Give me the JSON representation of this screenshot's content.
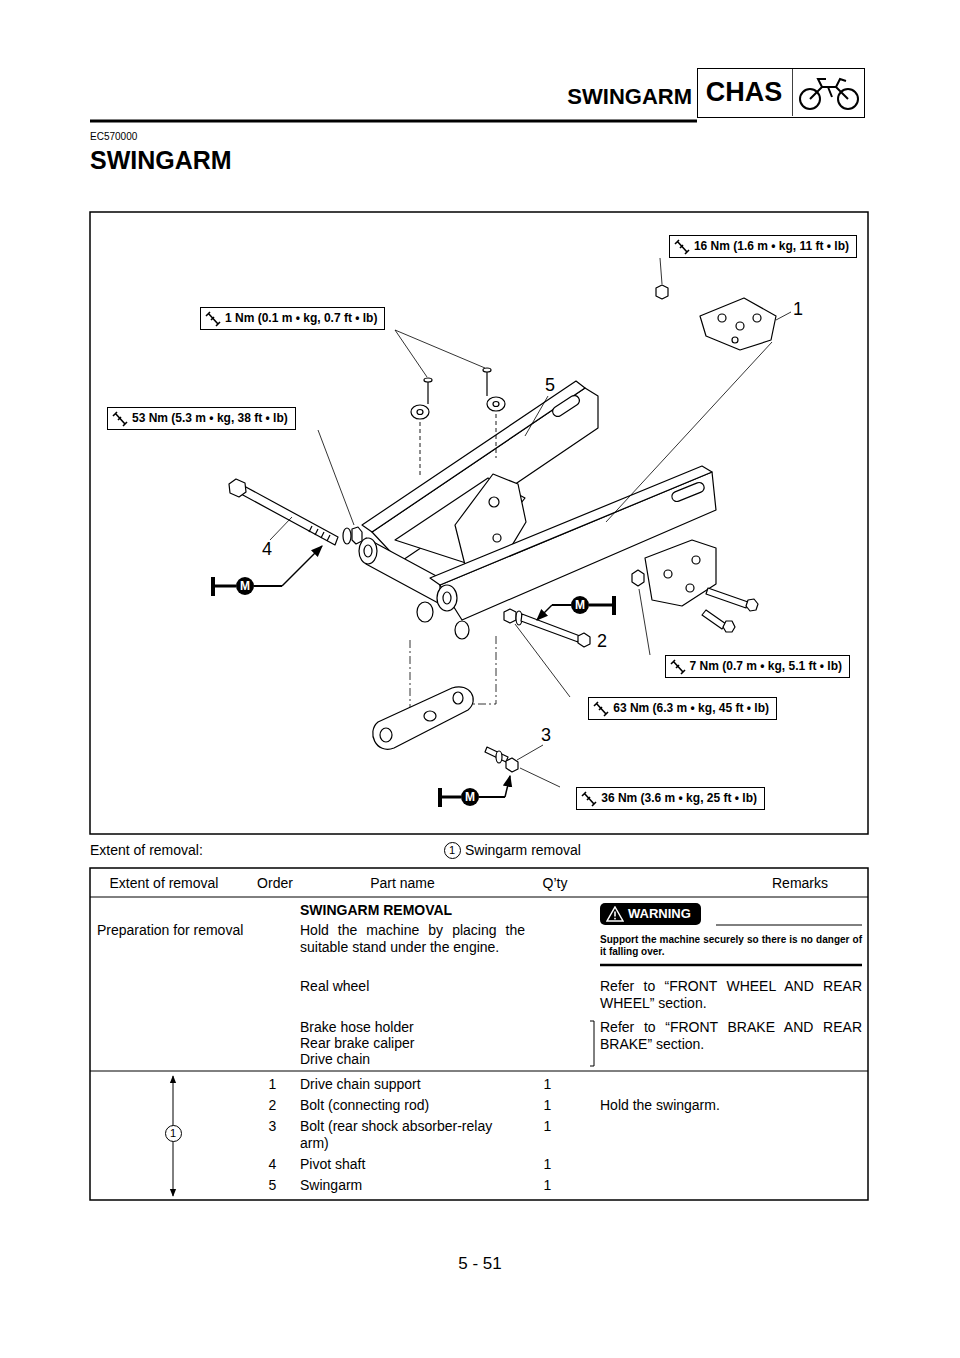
{
  "diagram": {
    "title": "SWINGARM",
    "nodes": [
      {
        "text": [
          "CHAS"
        ]
      },
      {
        "text": [
          "16 Nm (1.6 m • kg, 11 ft • lb)"
        ]
      },
      {
        "text": [
          "1 Nm (0.1 m • kg, 0.7 ft • lb)"
        ]
      },
      {
        "text": [
          "53 Nm (5.3 m • kg, 38 ft • lb)"
        ]
      },
      {
        "text": [
          "M"
        ]
      },
      {
        "text": [
          "M"
        ]
      },
      {
        "text": [
          "7 Nm (0.7 m • kg, 5.1 ft • lb)"
        ]
      },
      {
        "text": [
          "63 Nm (6.3 m • kg, 45 ft • lb)"
        ]
      },
      {
        "text": [
          "M"
        ]
      },
      {
        "text": [
          "36 Nm (3.6 m • kg, 25 ft • lb)"
        ]
      },
      {
        "text": [
          "1"
        ]
      },
      {
        "text": [
          "WARNING"
        ]
      },
      {
        "text": [
          "1"
        ]
      }
    ],
    "labels": [
      "SWINGARM",
      "EC570000",
      "1",
      "5",
      "4",
      "2",
      "3",
      "Extent of removal:",
      "Swingarm removal",
      "Extent of removal",
      "Order",
      "Part name",
      "Q’ty",
      "Remarks",
      "SWINGARM REMOVAL",
      "Preparation for removal",
      "Hold the machine by placing the suitable stand under the engine.",
      "Support the machine securely so there is no danger of it falling over.",
      "Real wheel",
      "Refer to “FRONT WHEEL AND REAR WHEEL” section.",
      "Brake hose holder",
      "Rear brake caliper",
      "Drive chain",
      "Refer to “FRONT BRAKE AND REAR BRAKE” section.",
      "1",
      "Drive chain support",
      "1",
      "2",
      "Bolt (connecting rod)",
      "1",
      "Hold the swingarm.",
      "3",
      "Bolt (rear shock absorber-relay arm)",
      "1",
      "4",
      "Pivot shaft",
      "1",
      "5",
      "Swingarm",
      "1",
      "5 - 51"
    ]
  }
}
